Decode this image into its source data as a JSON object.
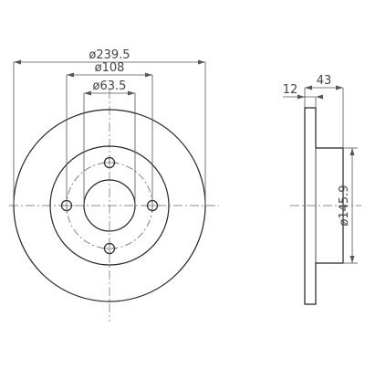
{
  "dimensions": {
    "outer_diameter": "ø239.5",
    "pcd": "ø108",
    "center_bore": "ø63.5",
    "hat_height": "43",
    "disc_thickness": "12",
    "hub_diameter": "ø145.9"
  },
  "colors": {
    "stroke": "#222222",
    "dim_line": "#555555",
    "text": "#444444",
    "background": "#ffffff"
  }
}
